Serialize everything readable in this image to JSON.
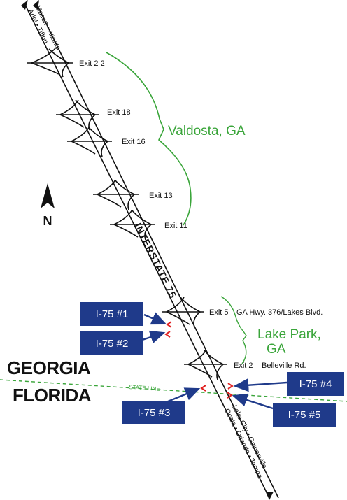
{
  "north_label": "N",
  "highway_label": "INTERSTATE 75",
  "north_destinations": "Adel • Tifton Macon • Atlanta",
  "south_destinations": "Lake City • Gainesville Ocala • Orlando • Tampa",
  "north_dest_line1": "Adel • Tifton",
  "north_dest_line2": "Macon • Atlanta",
  "south_dest_line1": "Lake City • Gainesville",
  "south_dest_line2": "Ocala • Orlando • Tampa",
  "exits": {
    "e22": "Exit 2 2",
    "e18": "Exit 18",
    "e16": "Exit 16",
    "e13": "Exit 13",
    "e11": "Exit 11",
    "e5": "Exit 5",
    "e2": "Exit 2"
  },
  "roads": {
    "e5": "GA Hwy. 376/Lakes Blvd.",
    "e2": "Belleville Rd."
  },
  "cities": {
    "valdosta": "Valdosta, GA",
    "lake_park_line1": "Lake Park,",
    "lake_park_line2": "GA"
  },
  "states": {
    "georgia": "GEORGIA",
    "florida": "FLORIDA"
  },
  "state_line_label": "STATE LINE",
  "markers": {
    "m1": "I-75 #1",
    "m2": "I-75 #2",
    "m3": "I-75 #3",
    "m4": "I-75 #4",
    "m5": "I-75 #5"
  },
  "colors": {
    "box": "#1f3a8a",
    "green": "#3aa53a",
    "red": "#e02020",
    "ink": "#111111"
  }
}
